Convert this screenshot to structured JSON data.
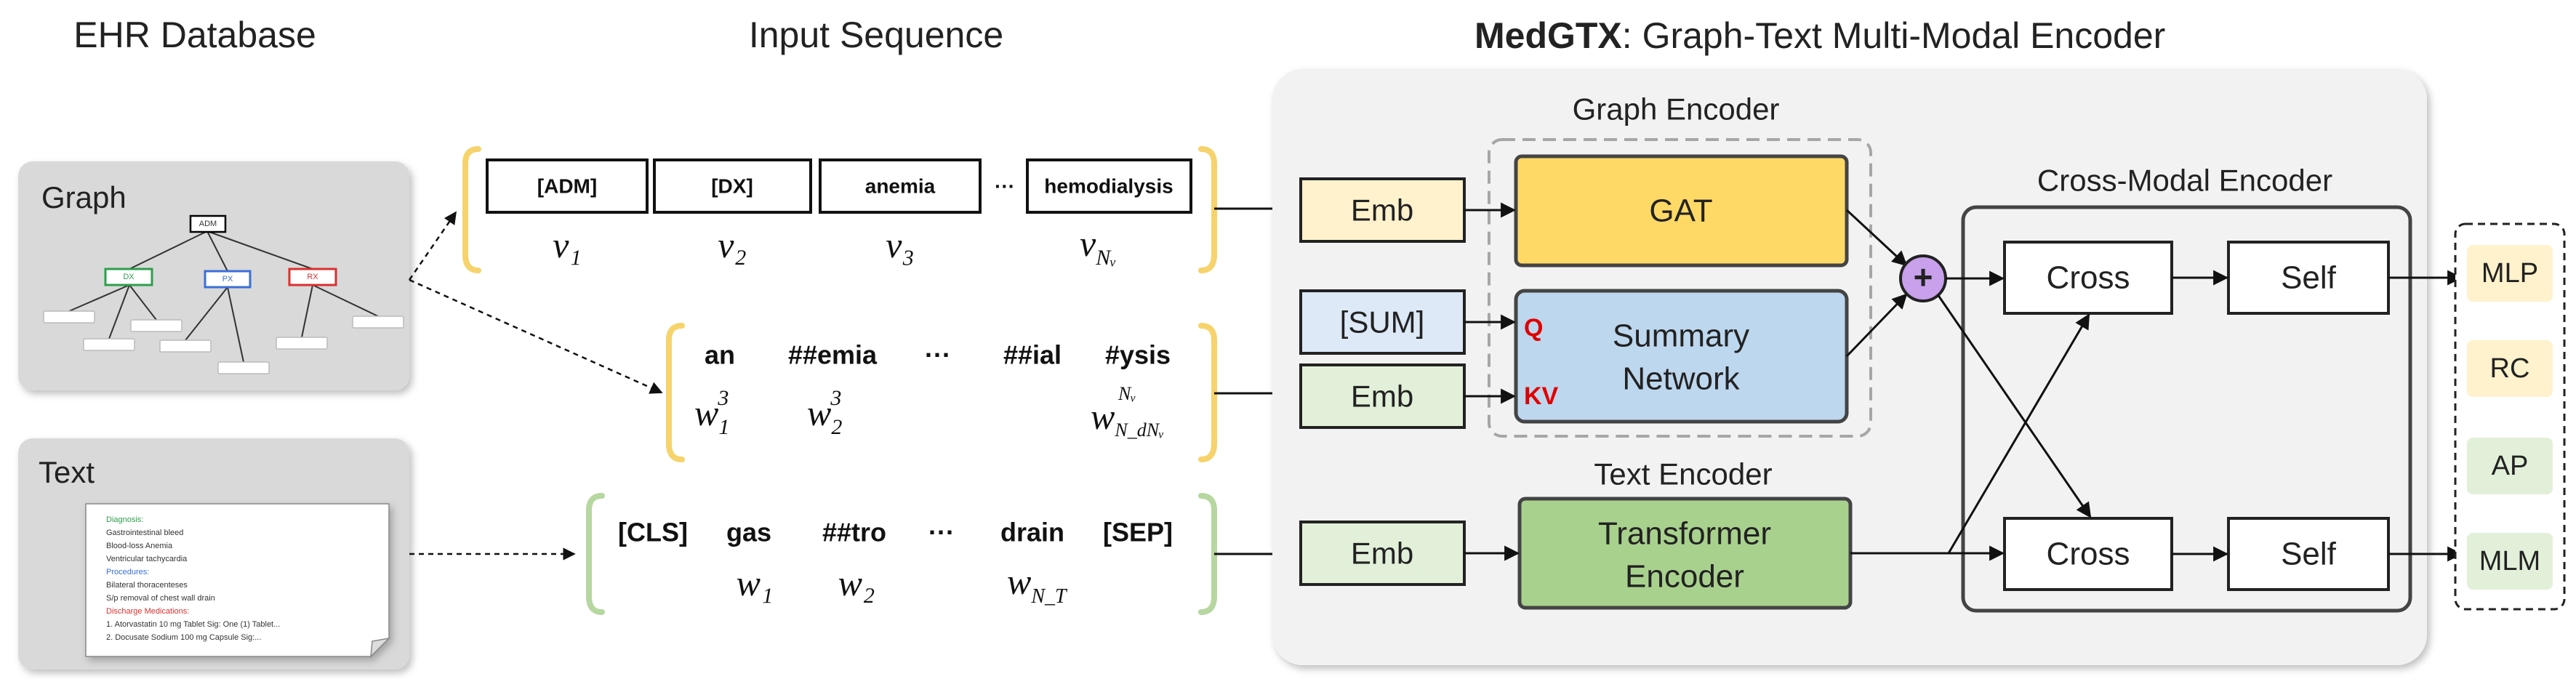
{
  "headers": {
    "ehr": "EHR Database",
    "input": "Input Sequence",
    "medgtx_bold": "MedGTX",
    "medgtx_rest": ": Graph-Text Multi-Modal Encoder"
  },
  "ehr": {
    "graph_label": "Graph",
    "text_label": "Text",
    "tree_nodes": [
      "ADM",
      "DX",
      "PX",
      "RX"
    ],
    "note_lines": [
      {
        "text": "Diagnosis:",
        "color": "#2e9e4b"
      },
      {
        "text": "Gastrointestinal bleed",
        "color": "#333333"
      },
      {
        "text": "Blood-loss Anemia",
        "color": "#333333"
      },
      {
        "text": "Ventricular tachycardia",
        "color": "#333333"
      },
      {
        "text": "Procedures:",
        "color": "#3a6fd8"
      },
      {
        "text": "Bilateral thoracenteses",
        "color": "#333333"
      },
      {
        "text": "S/p removal of chest wall drain",
        "color": "#333333"
      },
      {
        "text": "Discharge Medications:",
        "color": "#d93030"
      },
      {
        "text": "1. Atorvastatin 10 mg Tablet Sig: One (1) Tablet...",
        "color": "#333333"
      },
      {
        "text": "2. Docusate Sodium 100 mg Capsule Sig:...",
        "color": "#333333"
      }
    ]
  },
  "sequences": {
    "graph_tokens": [
      "[ADM]",
      "[DX]",
      "anemia",
      "···",
      "hemodialysis"
    ],
    "graph_vars": [
      "v₁",
      "v₂",
      "v₃",
      "v"
    ],
    "graph_var_sub": "Nᵥ",
    "summary_tokens": [
      "an",
      "##emia",
      "···",
      "##ial",
      "#ysis"
    ],
    "summary_vars": [
      "w",
      "w"
    ],
    "summary_var_sub": "1",
    "summary_var_sub2": "2",
    "summary_var_sup": "3",
    "summary_last_var": "w",
    "summary_last_sup": "Nᵥ",
    "summary_last_sub": "N_dNᵥ",
    "text_tokens": [
      "[CLS]",
      "gas",
      "##tro",
      "···",
      "drain",
      "[SEP]"
    ],
    "text_vars": [
      "w₁",
      "w₂",
      "w"
    ],
    "text_var_sub": "N_T"
  },
  "encoder": {
    "graph_encoder_title": "Graph Encoder",
    "text_encoder_title": "Text Encoder",
    "cross_modal_title": "Cross-Modal Encoder",
    "emb": "Emb",
    "sum": "[SUM]",
    "gat": "GAT",
    "summary_line1": "Summary",
    "summary_line2": "Network",
    "q": "Q",
    "kv": "KV",
    "transformer_line1": "Transformer",
    "transformer_line2": "Encoder",
    "plus": "+",
    "cross": "Cross",
    "self": "Self"
  },
  "heads": [
    "MLP",
    "RC",
    "AP",
    "MLM"
  ],
  "colors": {
    "yellow_bracket": "#f6d36b",
    "green_bracket": "#b6d7a0",
    "emb_yellow": "#fff2cc",
    "emb_green": "#e2f0d9",
    "sum_blue": "#dde9f6",
    "gat": "#ffd966",
    "summary": "#bdd7ee",
    "transformer": "#a9d18e",
    "plus": "#c9a0ec",
    "qkv_red": "#e00000"
  }
}
